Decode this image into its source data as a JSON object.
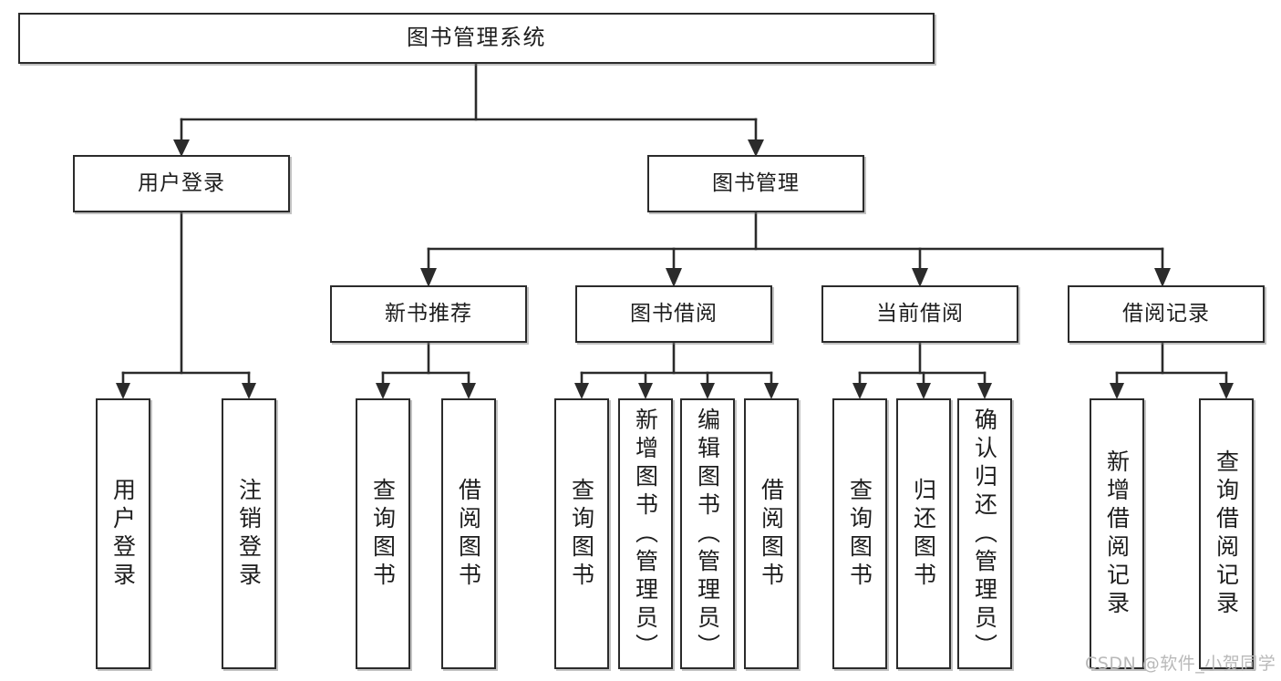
{
  "diagram": {
    "title": "图书管理系统",
    "type": "tree-hierarchy-chart",
    "watermark": "CSDN @软件_小贺同学",
    "colors": {
      "box_border": "#2b2b2b",
      "box_fill": "#ffffff",
      "edge": "#2b2b2b",
      "text": "#1d1d1d",
      "watermark": "#b9b9b9",
      "background": "#ffffff"
    },
    "nodes": {
      "root": {
        "label": "图书管理系统"
      },
      "level2": [
        {
          "id": "user-login",
          "label": "用户登录"
        },
        {
          "id": "book-manage",
          "label": "图书管理"
        }
      ],
      "level3": [
        {
          "id": "new-book-recommend",
          "label": "新书推荐"
        },
        {
          "id": "book-borrow",
          "label": "图书借阅"
        },
        {
          "id": "current-borrow",
          "label": "当前借阅"
        },
        {
          "id": "borrow-record",
          "label": "借阅记录"
        }
      ],
      "leaves": {
        "user_login": [
          {
            "id": "leaf-user-login",
            "label": "用户登录"
          },
          {
            "id": "leaf-logout-login",
            "label": "注销登录"
          }
        ],
        "new_book_recommend": [
          {
            "id": "leaf-query-book-1",
            "label": "查询图书"
          },
          {
            "id": "leaf-borrow-book-1",
            "label": "借阅图书"
          }
        ],
        "book_borrow": [
          {
            "id": "leaf-query-book-2",
            "label": "查询图书"
          },
          {
            "id": "leaf-add-book-admin",
            "label": "新增图书（管理员）"
          },
          {
            "id": "leaf-edit-book-admin",
            "label": "编辑图书（管理员）"
          },
          {
            "id": "leaf-borrow-book-2",
            "label": "借阅图书"
          }
        ],
        "current_borrow": [
          {
            "id": "leaf-query-book-3",
            "label": "查询图书"
          },
          {
            "id": "leaf-return-book",
            "label": "归还图书"
          },
          {
            "id": "leaf-confirm-return-admin",
            "label": "确认归还（管理员）"
          }
        ],
        "borrow_record": [
          {
            "id": "leaf-add-borrow-record",
            "label": "新增借阅记录"
          },
          {
            "id": "leaf-query-borrow-record",
            "label": "查询借阅记录"
          }
        ]
      }
    }
  }
}
